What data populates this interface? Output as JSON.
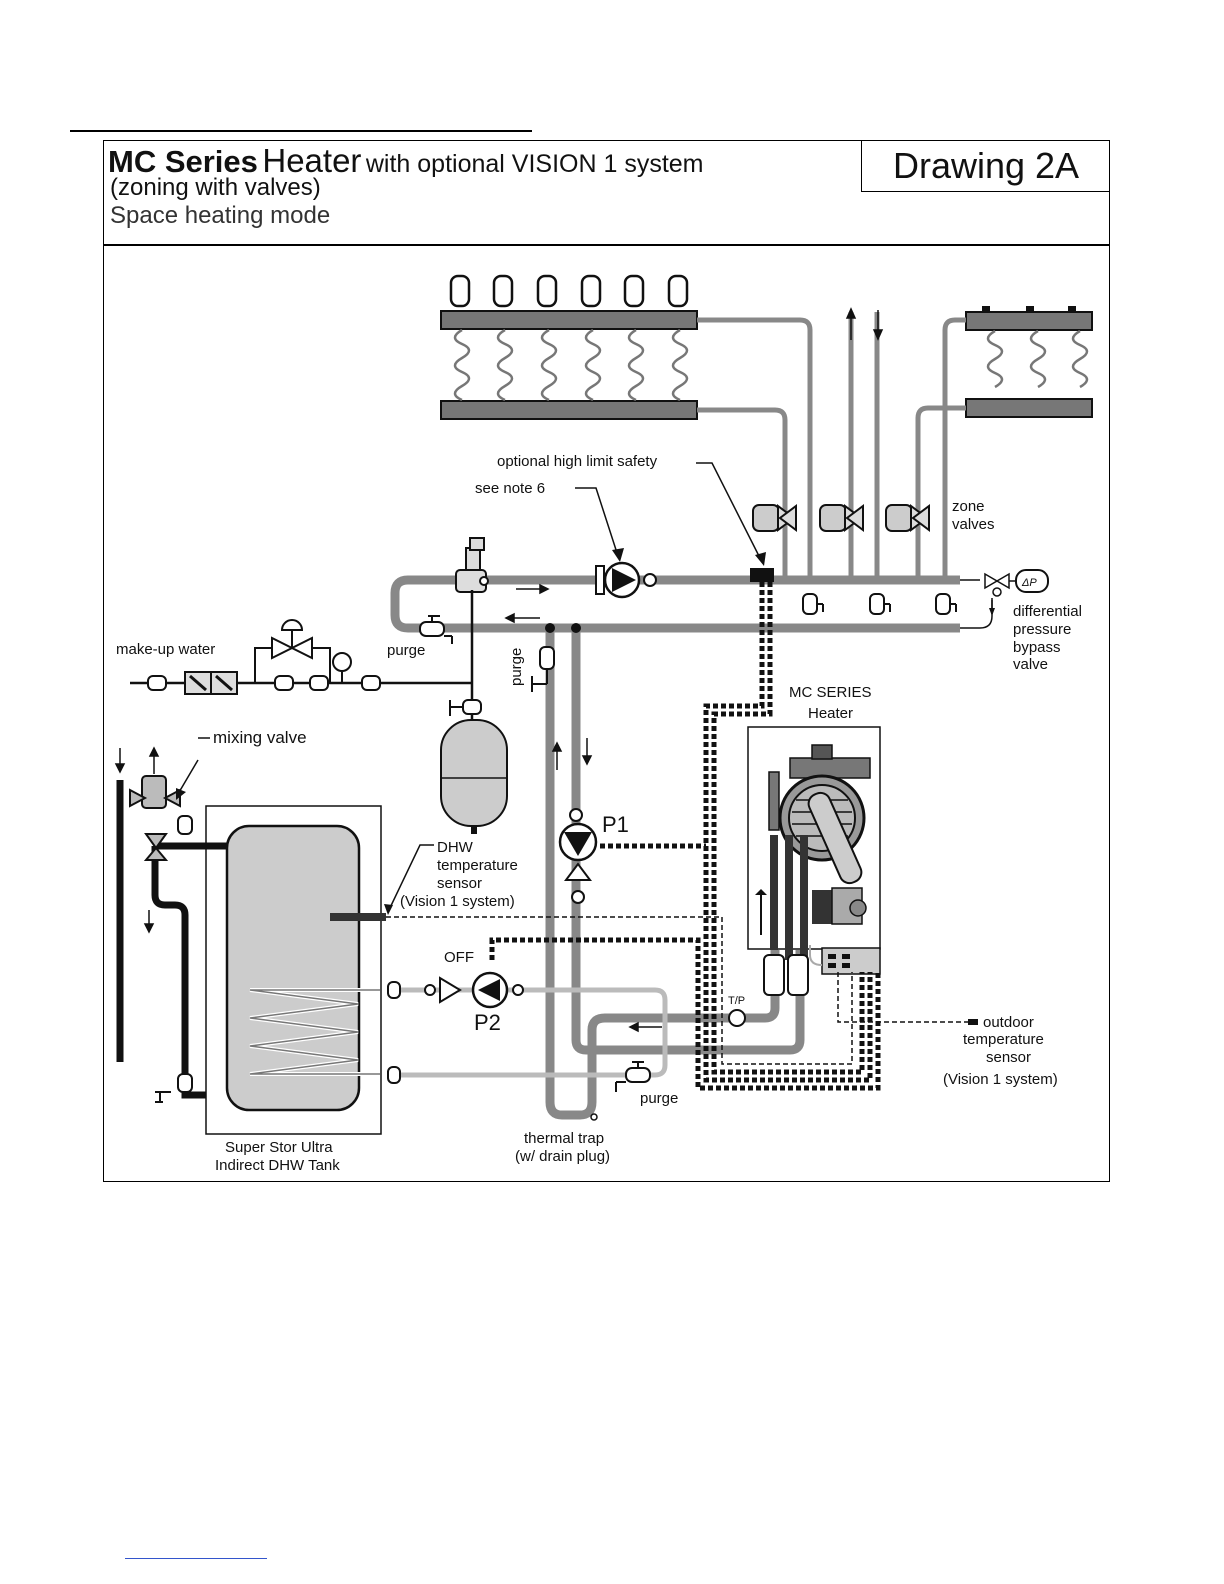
{
  "header": {
    "title_bold": "MC Series",
    "title_heater": "Heater",
    "title_rest": "with optional VISION 1 system",
    "subtitle_zoning": "(zoning with valves)",
    "subtitle_mode": "Space heating mode",
    "drawing_number": "Drawing 2A"
  },
  "labels": {
    "high_limit": "optional high limit safety",
    "see_note": "see note 6",
    "zone_valves_1": "zone",
    "zone_valves_2": "valves",
    "dp_1": "differential",
    "dp_2": "pressure",
    "dp_3": "bypass",
    "dp_4": "valve",
    "dp_symbol": "ΔP",
    "makeup_water": "make-up water",
    "purge_left": "purge",
    "purge_mid": "purge",
    "purge_bottom": "purge",
    "mixing_valve": "mixing valve",
    "mc_series": "MC SERIES",
    "heater": "Heater",
    "p1": "P1",
    "p2": "P2",
    "off": "OFF",
    "dhw_1": "DHW",
    "dhw_2": "temperature",
    "dhw_3": "sensor",
    "dhw_4": "(Vision 1 system)",
    "tp": "T/P",
    "outdoor_1": "outdoor",
    "outdoor_2": "temperature",
    "outdoor_3": "sensor",
    "outdoor_4": "(Vision 1 system)",
    "thermal_trap_1": "thermal trap",
    "thermal_trap_2": "(w/ drain plug)",
    "tank_1": "Super Stor Ultra",
    "tank_2": "Indirect DHW Tank"
  },
  "colors": {
    "pipe_supply": "#888888",
    "pipe_light": "#bbbbbb",
    "pipe_dark": "#111111",
    "component_fill": "#cccccc"
  }
}
